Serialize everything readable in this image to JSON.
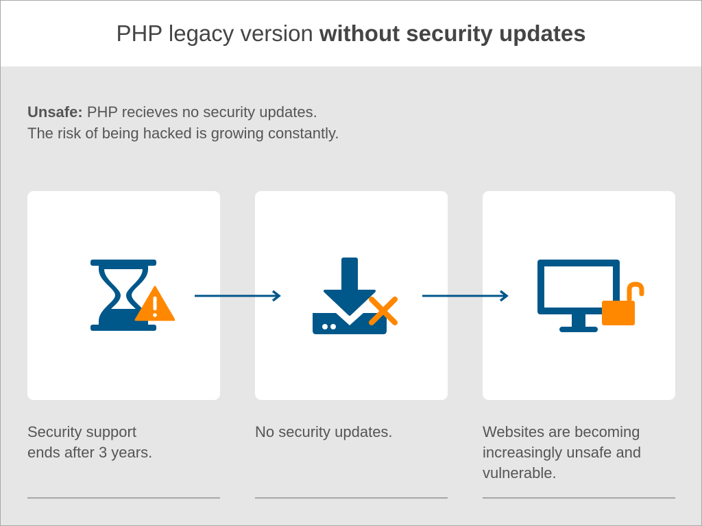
{
  "header": {
    "title_light": "PHP legacy version",
    "title_bold": "without security updates"
  },
  "intro": {
    "label": "Unsafe:",
    "line1": "PHP recieves no security updates.",
    "line2": "The risk of being hacked is growing constantly."
  },
  "colors": {
    "primary_blue": "#00578a",
    "accent_orange": "#ff8800",
    "background": "#e6e6e6",
    "card": "#ffffff"
  },
  "steps": [
    {
      "icon": "hourglass-warning-icon",
      "caption_line1": "Security support",
      "caption_line2": "ends after 3 years."
    },
    {
      "icon": "download-blocked-icon",
      "caption_line1": "No security updates."
    },
    {
      "icon": "monitor-unlocked-icon",
      "caption_line1": "Websites are becoming",
      "caption_line2": "increasingly unsafe and",
      "caption_line3": "vulnerable."
    }
  ],
  "connectors": [
    "arrow-right-icon",
    "arrow-right-icon"
  ]
}
